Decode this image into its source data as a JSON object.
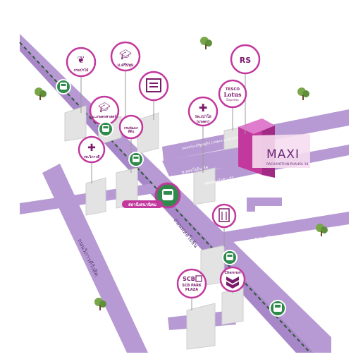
{
  "brand": {
    "name": "MAXI",
    "tagline": "RACHAYOTHIN-PHAHOL 34",
    "color": "#c2389d"
  },
  "colors": {
    "road": "#b79ad3",
    "road_dark": "#8e6cb5",
    "rail": "#2e5a35",
    "pin_ring": "#c2389d",
    "pin_fill": "#7a1b6a",
    "building": "#e6e6e6",
    "station": "#2f8a4b"
  },
  "landmarks": {
    "kasetsart": "ม.เกษตรศาสตร์",
    "forestry": "กรมป่าไม้",
    "sripatum": "ม.ศรีปทุม",
    "rs": "RS",
    "tesco_1": "TESCO",
    "tesco_2": "Lotus",
    "tesco_3": "Express",
    "paolo": "รพ.เปาโล",
    "paolo_sub": "(เกษตร)",
    "vibhavadi": "รพ.วิภาวดี",
    "office": "กรมพัฒนา\nที่ดิน",
    "scb_1": "SCB",
    "scb_2": "SCB PARK",
    "scb_3": "PLAZA",
    "chevron": "Chevron"
  },
  "roads": {
    "vibhavadi": "ถนนวิภาวดีรังสิต",
    "phahon": "ถนนพหลโยธิน",
    "soi30": "ซอยพหลโยธิน 30",
    "soi32": "ซอยพหลโยธิน 32",
    "soi34": "ซ.พหลโยธิน 34",
    "ratchayothin": "ถนนประเสริฐมนูกิจ (เกษตร-นวมินทร์)"
  },
  "station": {
    "name": "สถานีเสนานิคม"
  }
}
